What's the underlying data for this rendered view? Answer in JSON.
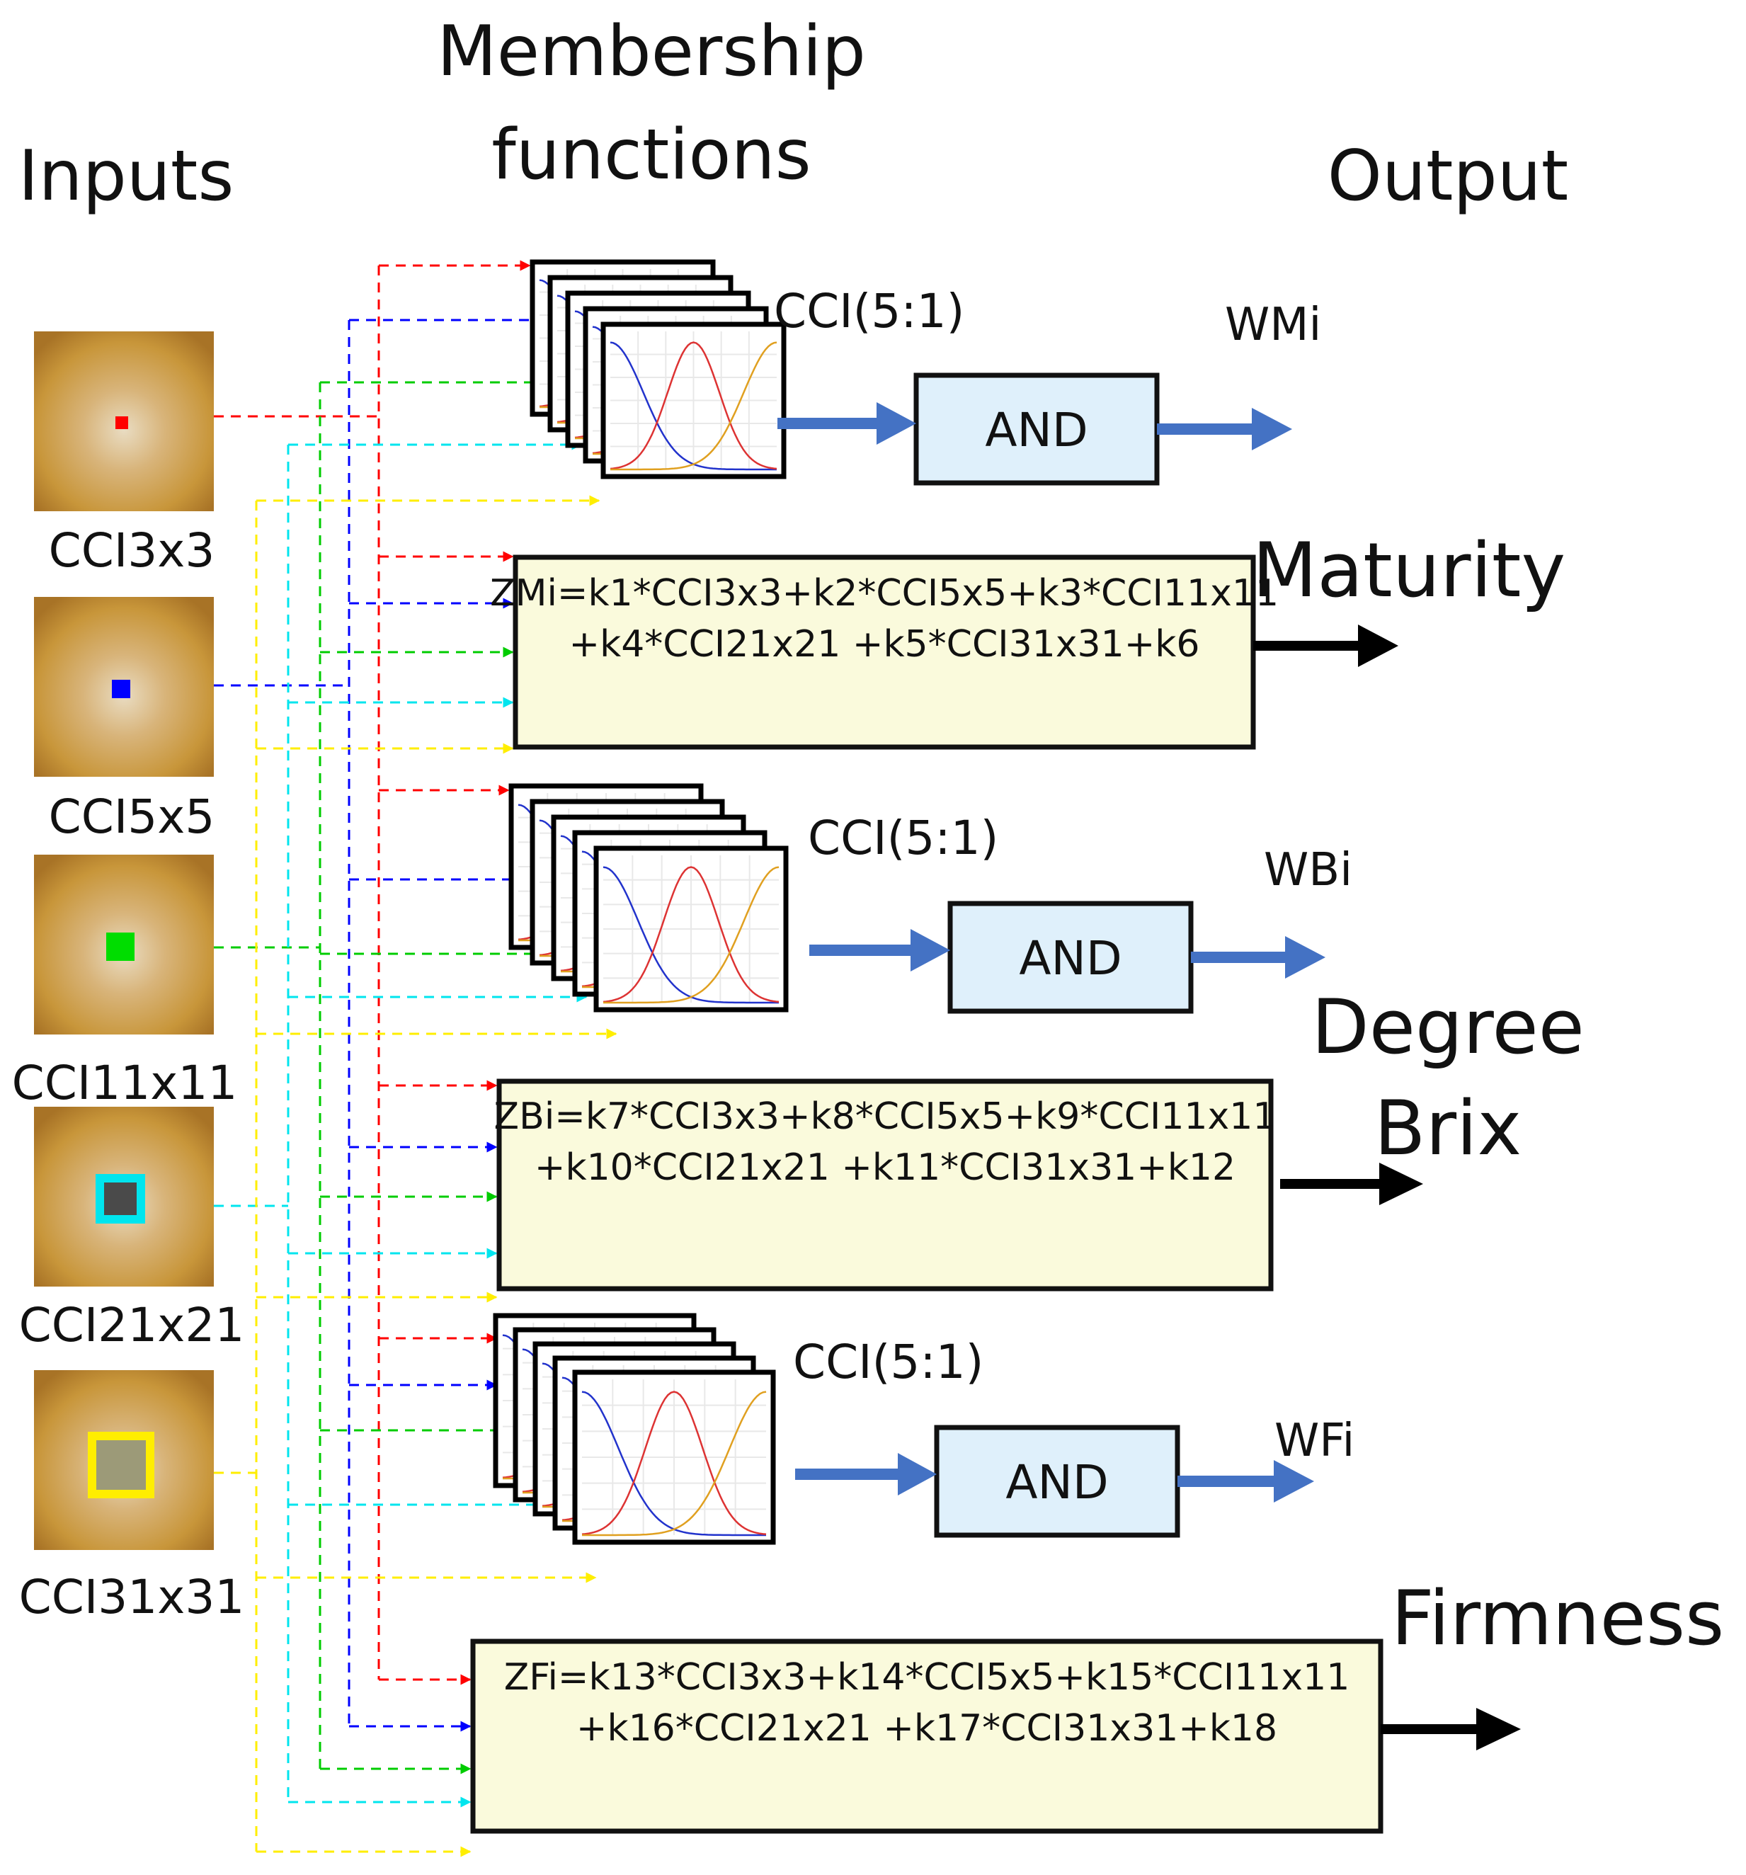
{
  "headers": {
    "inputs": "Inputs",
    "membership_line1": "Membership",
    "membership_line2": "functions",
    "output": "Output"
  },
  "inputs": [
    {
      "label": "CCI3x3",
      "color": "#ff0000"
    },
    {
      "label": "CCI5x5",
      "color": "#0000ff"
    },
    {
      "label": "CCI11x11",
      "color": "#00cc00"
    },
    {
      "label": "CCI21x21",
      "color": "#00e5ee"
    },
    {
      "label": "CCI31x31",
      "color": "#ffee00"
    }
  ],
  "stages": [
    {
      "mf_label": "CCI(5:1)",
      "and_label": "AND",
      "weight_label": "WMi",
      "equation_line1": "ZMi=k1*CCI3x3+k2*CCI5x5+k3*CCI11x11",
      "equation_line2": "+k4*CCI21x21 +k5*CCI31x31+k6",
      "output_line1": "Maturity",
      "output_line2": ""
    },
    {
      "mf_label": "CCI(5:1)",
      "and_label": "AND",
      "weight_label": "WBi",
      "equation_line1": "ZBi=k7*CCI3x3+k8*CCI5x5+k9*CCI11x11",
      "equation_line2": "+k10*CCI21x21 +k11*CCI31x31+k12",
      "output_line1": "Degree",
      "output_line2": "Brix"
    },
    {
      "mf_label": "CCI(5:1)",
      "and_label": "AND",
      "weight_label": "WFi",
      "equation_line1": "ZFi=k13*CCI3x3+k14*CCI5x5+k15*CCI11x11",
      "equation_line2": "+k16*CCI21x21 +k17*CCI31x31+k18",
      "output_line1": "Firmness",
      "output_line2": ""
    }
  ],
  "colors": {
    "and_box_fill": "#dff0fb",
    "equation_box_fill": "#fafadc",
    "flow_arrow": "#4472c4",
    "output_arrow": "#000000",
    "image_background": "#c99a3a"
  }
}
